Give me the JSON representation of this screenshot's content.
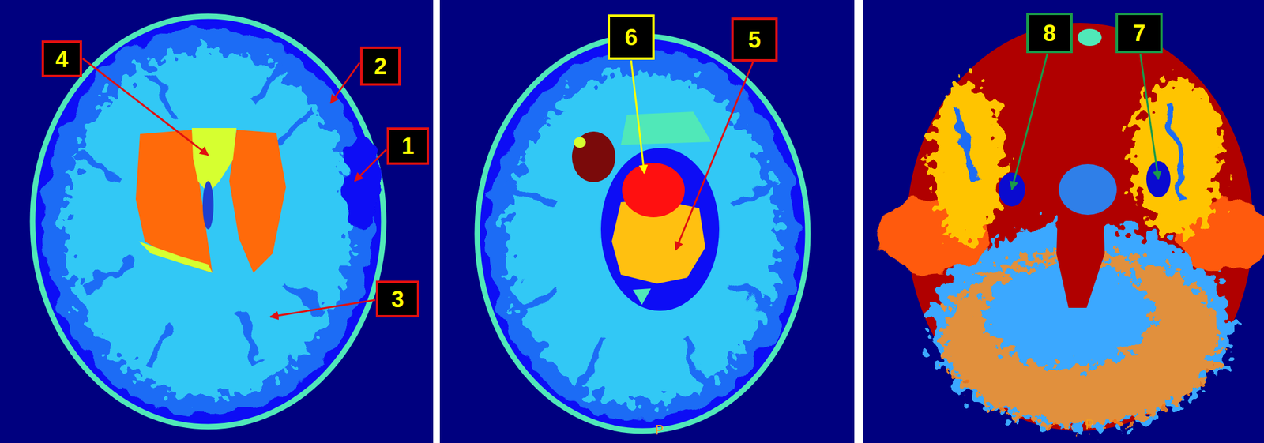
{
  "diagram": {
    "nodes": [
      {
        "text": [
          "4"
        ]
      },
      {
        "text": [
          "2"
        ]
      },
      {
        "text": [
          "1"
        ]
      },
      {
        "text": [
          "3"
        ]
      },
      {
        "text": [
          "6"
        ]
      },
      {
        "text": [
          "5"
        ]
      },
      {
        "text": [
          "8"
        ]
      },
      {
        "text": [
          "7"
        ]
      }
    ],
    "labels": [
      "P",
      "P"
    ]
  }
}
